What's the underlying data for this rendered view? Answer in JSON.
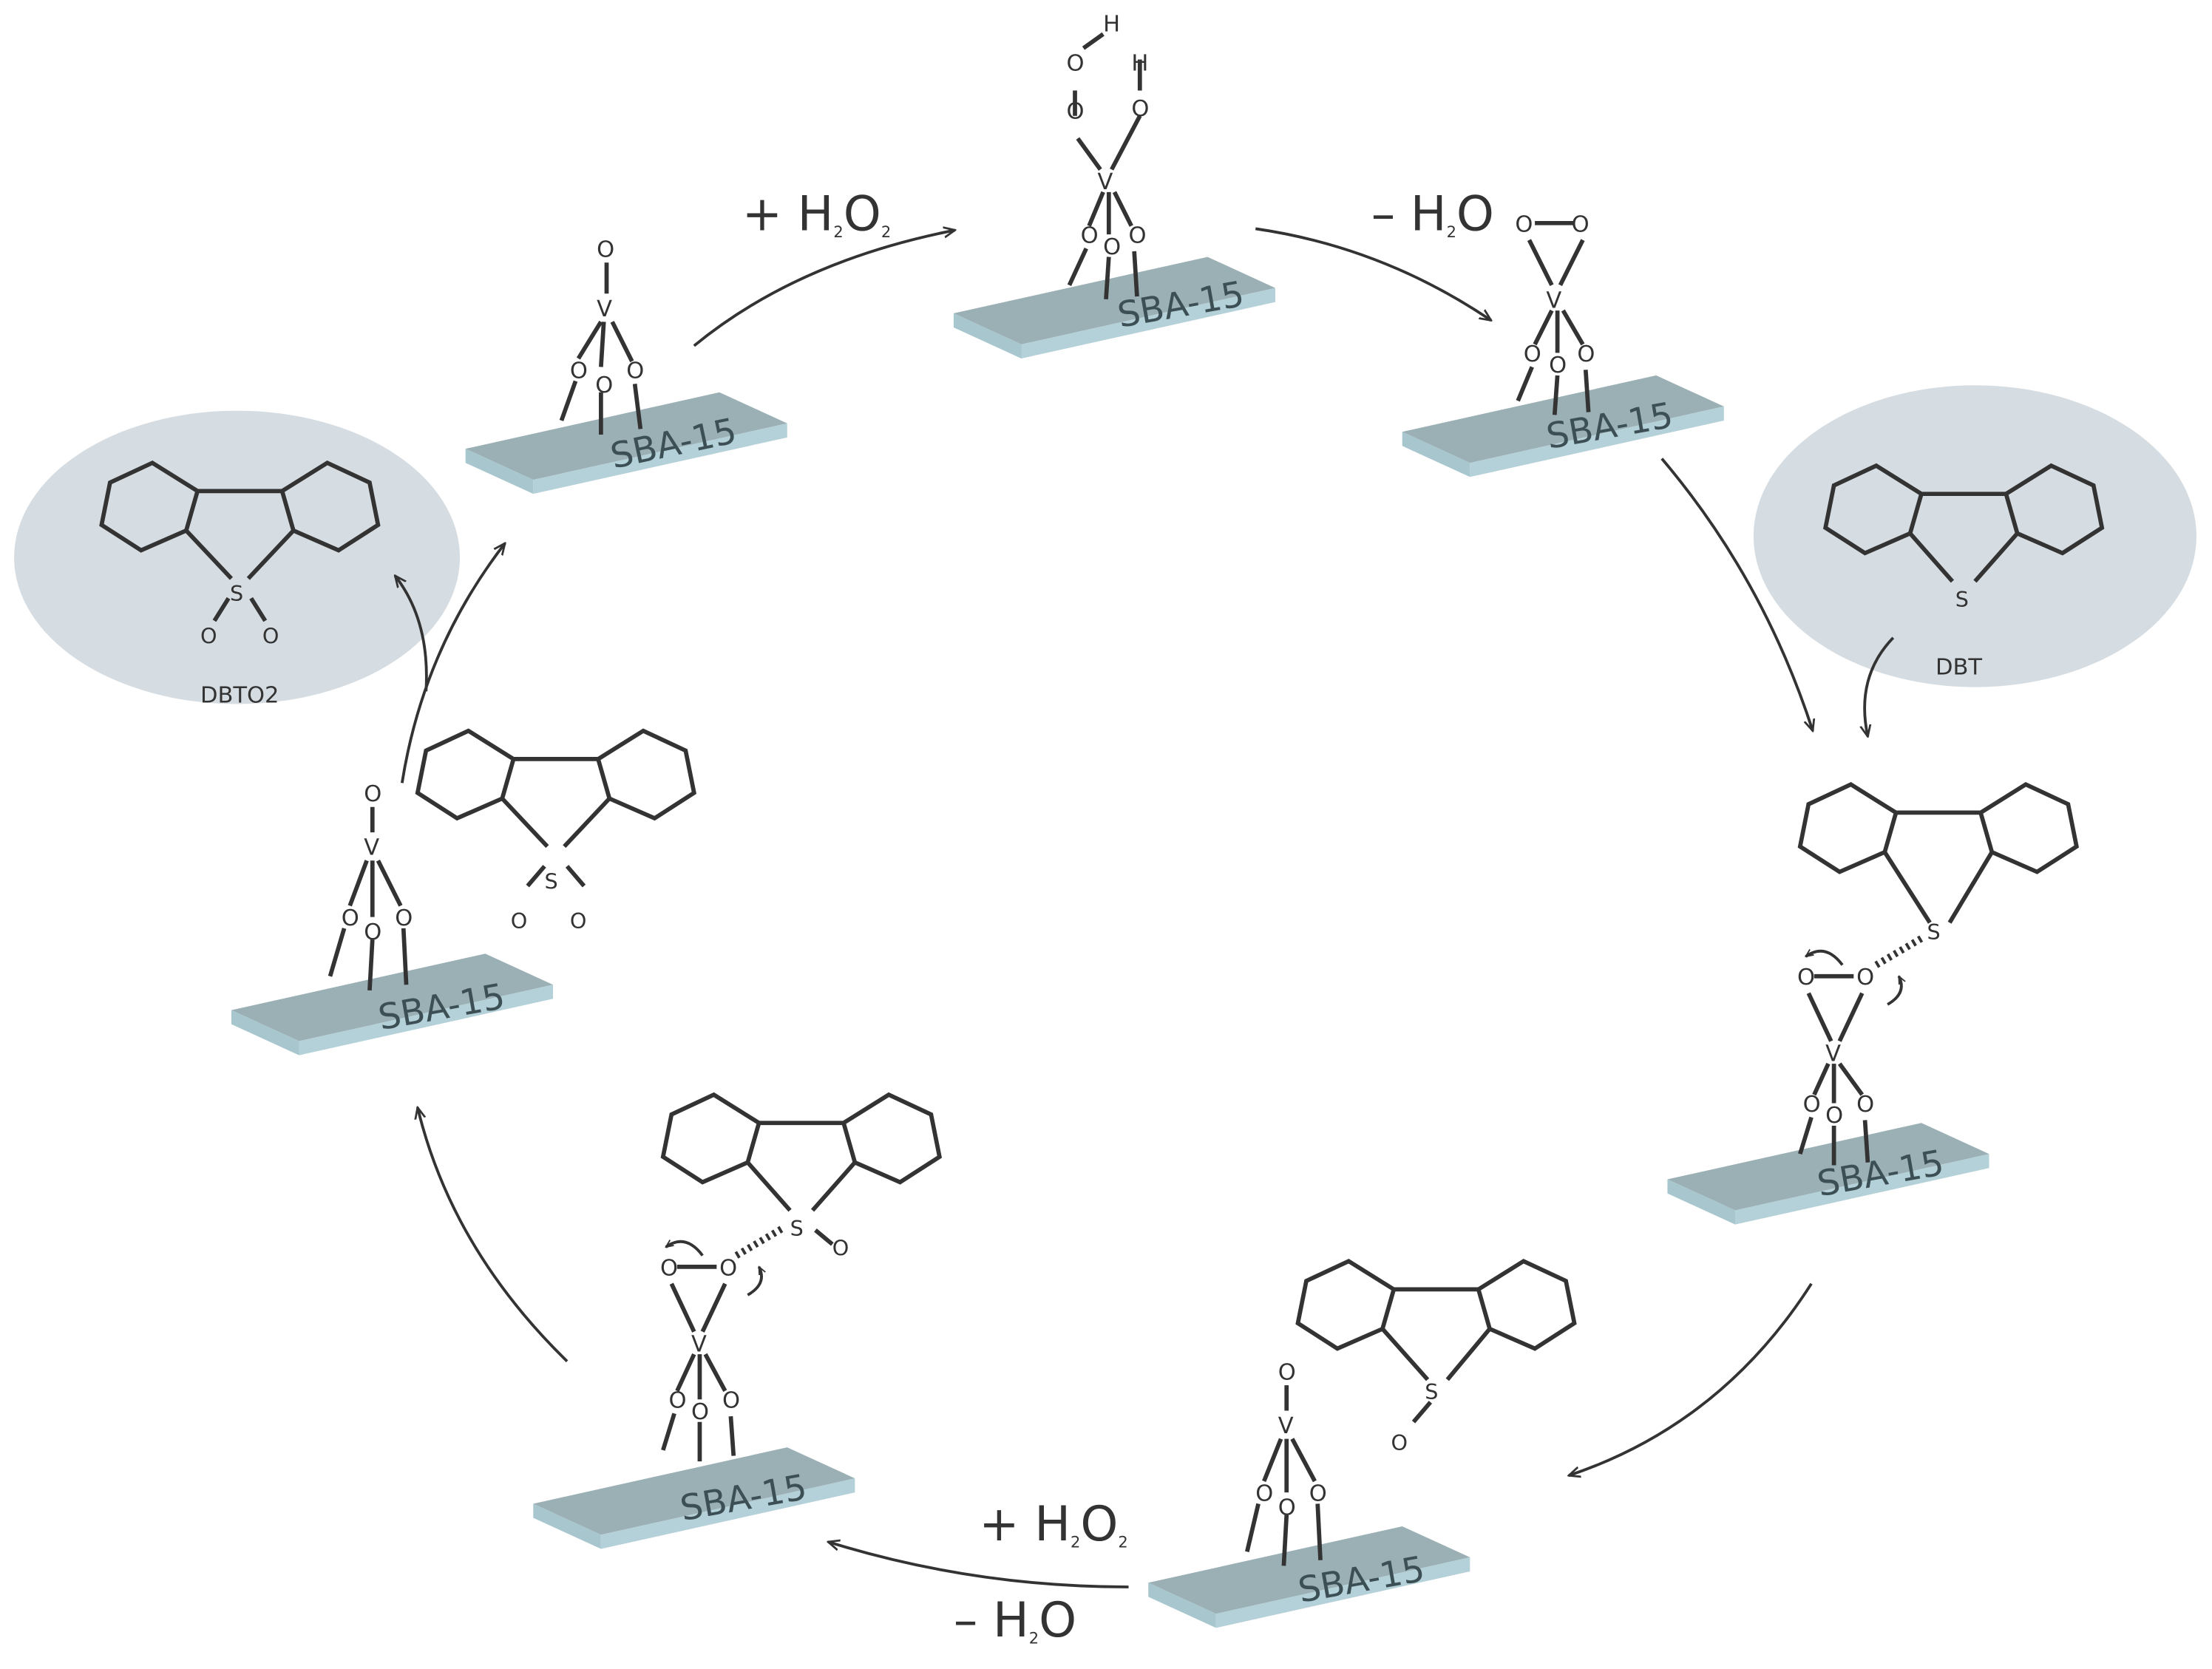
{
  "diagram": {
    "surface_label": "SBA-15",
    "step_labels": {
      "add_h2o2_top": "+ H2O2",
      "minus_h2o_top": "− H2O",
      "add_h2o2_bottom": "+ H2O2",
      "minus_h2o_bottom": "− H2O"
    },
    "molecules": {
      "dbt": "DBT",
      "dbto2": "DBTO2"
    },
    "atoms": {
      "vanadium": "V",
      "oxygen": "O",
      "sulfur": "S",
      "hydrogen": "H"
    }
  },
  "colors": {
    "slab_top": "#9bb0b5",
    "slab_front": "#b4d0d8",
    "slab_side": "#a3c2ca",
    "blob": "#d6dde2",
    "ink": "#333333"
  }
}
